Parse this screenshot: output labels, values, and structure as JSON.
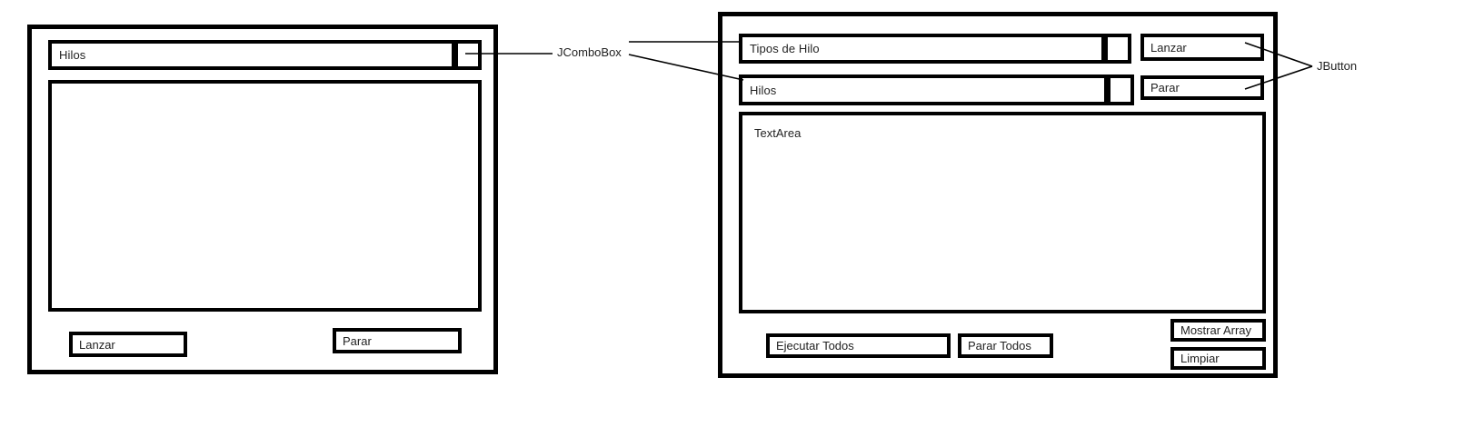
{
  "mockup": {
    "title": "Java Swing GUI wireframe mockup",
    "stroke_color": "#000000",
    "background_color": "#ffffff",
    "text_color": "#222222"
  },
  "annotations": [
    {
      "id": "annot-combobox",
      "label": "JComboBox"
    },
    {
      "id": "annot-jbutton",
      "label": "JButton"
    }
  ],
  "left_window": {
    "combo": {
      "value": "Hilos",
      "dropdown_button_label": ""
    },
    "list_area": {
      "value": ""
    },
    "buttons": [
      {
        "id": "lanzar",
        "label": "Lanzar"
      },
      {
        "id": "parar",
        "label": "Parar"
      }
    ]
  },
  "right_window": {
    "combos": [
      {
        "id": "tipos-de-hilo",
        "value": "Tipos de Hilo",
        "dropdown_button_label": ""
      },
      {
        "id": "hilos",
        "value": "Hilos",
        "dropdown_button_label": ""
      }
    ],
    "top_buttons": [
      {
        "id": "lanzar",
        "label": "Lanzar"
      },
      {
        "id": "parar",
        "label": "Parar"
      }
    ],
    "text_area": {
      "label": "TextArea",
      "value": ""
    },
    "bottom_buttons": [
      {
        "id": "ejecutar-todos",
        "label": "Ejecutar Todos"
      },
      {
        "id": "parar-todos",
        "label": "Parar Todos"
      },
      {
        "id": "mostrar-array",
        "label": "Mostrar Array"
      },
      {
        "id": "limpiar",
        "label": "Limpiar"
      }
    ]
  }
}
